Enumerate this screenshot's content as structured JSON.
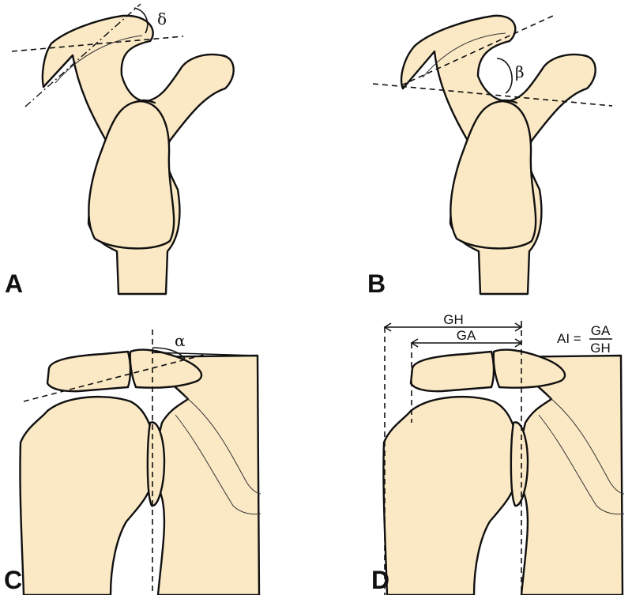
{
  "panels": {
    "a": {
      "letter": "A",
      "angle_symbol": "δ"
    },
    "b": {
      "letter": "B",
      "angle_symbol": "β"
    },
    "c": {
      "letter": "C",
      "angle_symbol": "α"
    },
    "d": {
      "letter": "D",
      "measure_gh": "GH",
      "measure_ga": "GA",
      "formula": {
        "lhs": "AI =",
        "numerator": "GA",
        "denominator": "GH"
      }
    }
  },
  "colors": {
    "bone_fill": "#fbe8c4",
    "outline": "#111111"
  }
}
